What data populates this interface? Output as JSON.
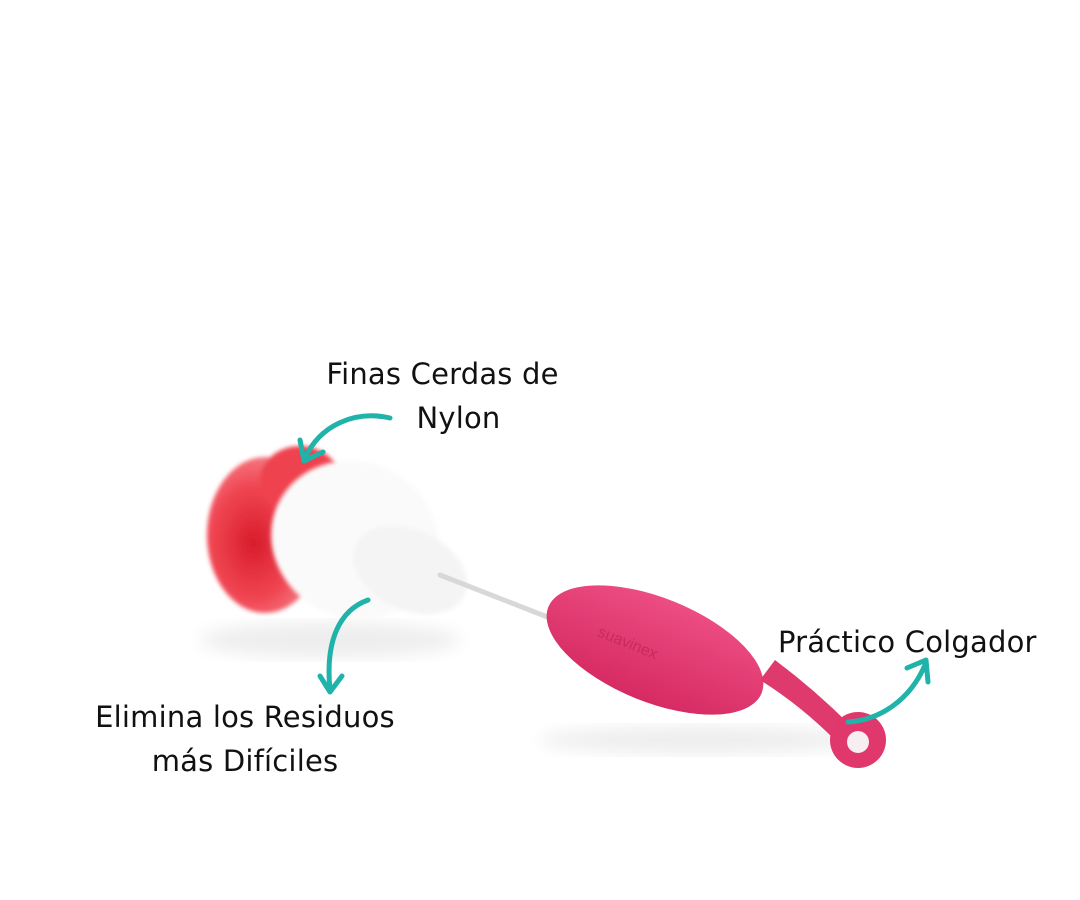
{
  "product": {
    "name": "bottle-brush",
    "brand_embossed": "suavinex",
    "colors": {
      "handle": "#e8346f",
      "sponge": "#f03a4a",
      "bristles": "#ffffff",
      "arrow": "#1fb3aa"
    }
  },
  "callouts": [
    {
      "id": "bristles",
      "lines": [
        "Finas Cerdas de",
        "Nylon"
      ]
    },
    {
      "id": "residue",
      "lines": [
        "Elimina los Residuos",
        "más Difíciles"
      ]
    },
    {
      "id": "hanger",
      "lines": [
        "Práctico Colgador"
      ]
    }
  ]
}
